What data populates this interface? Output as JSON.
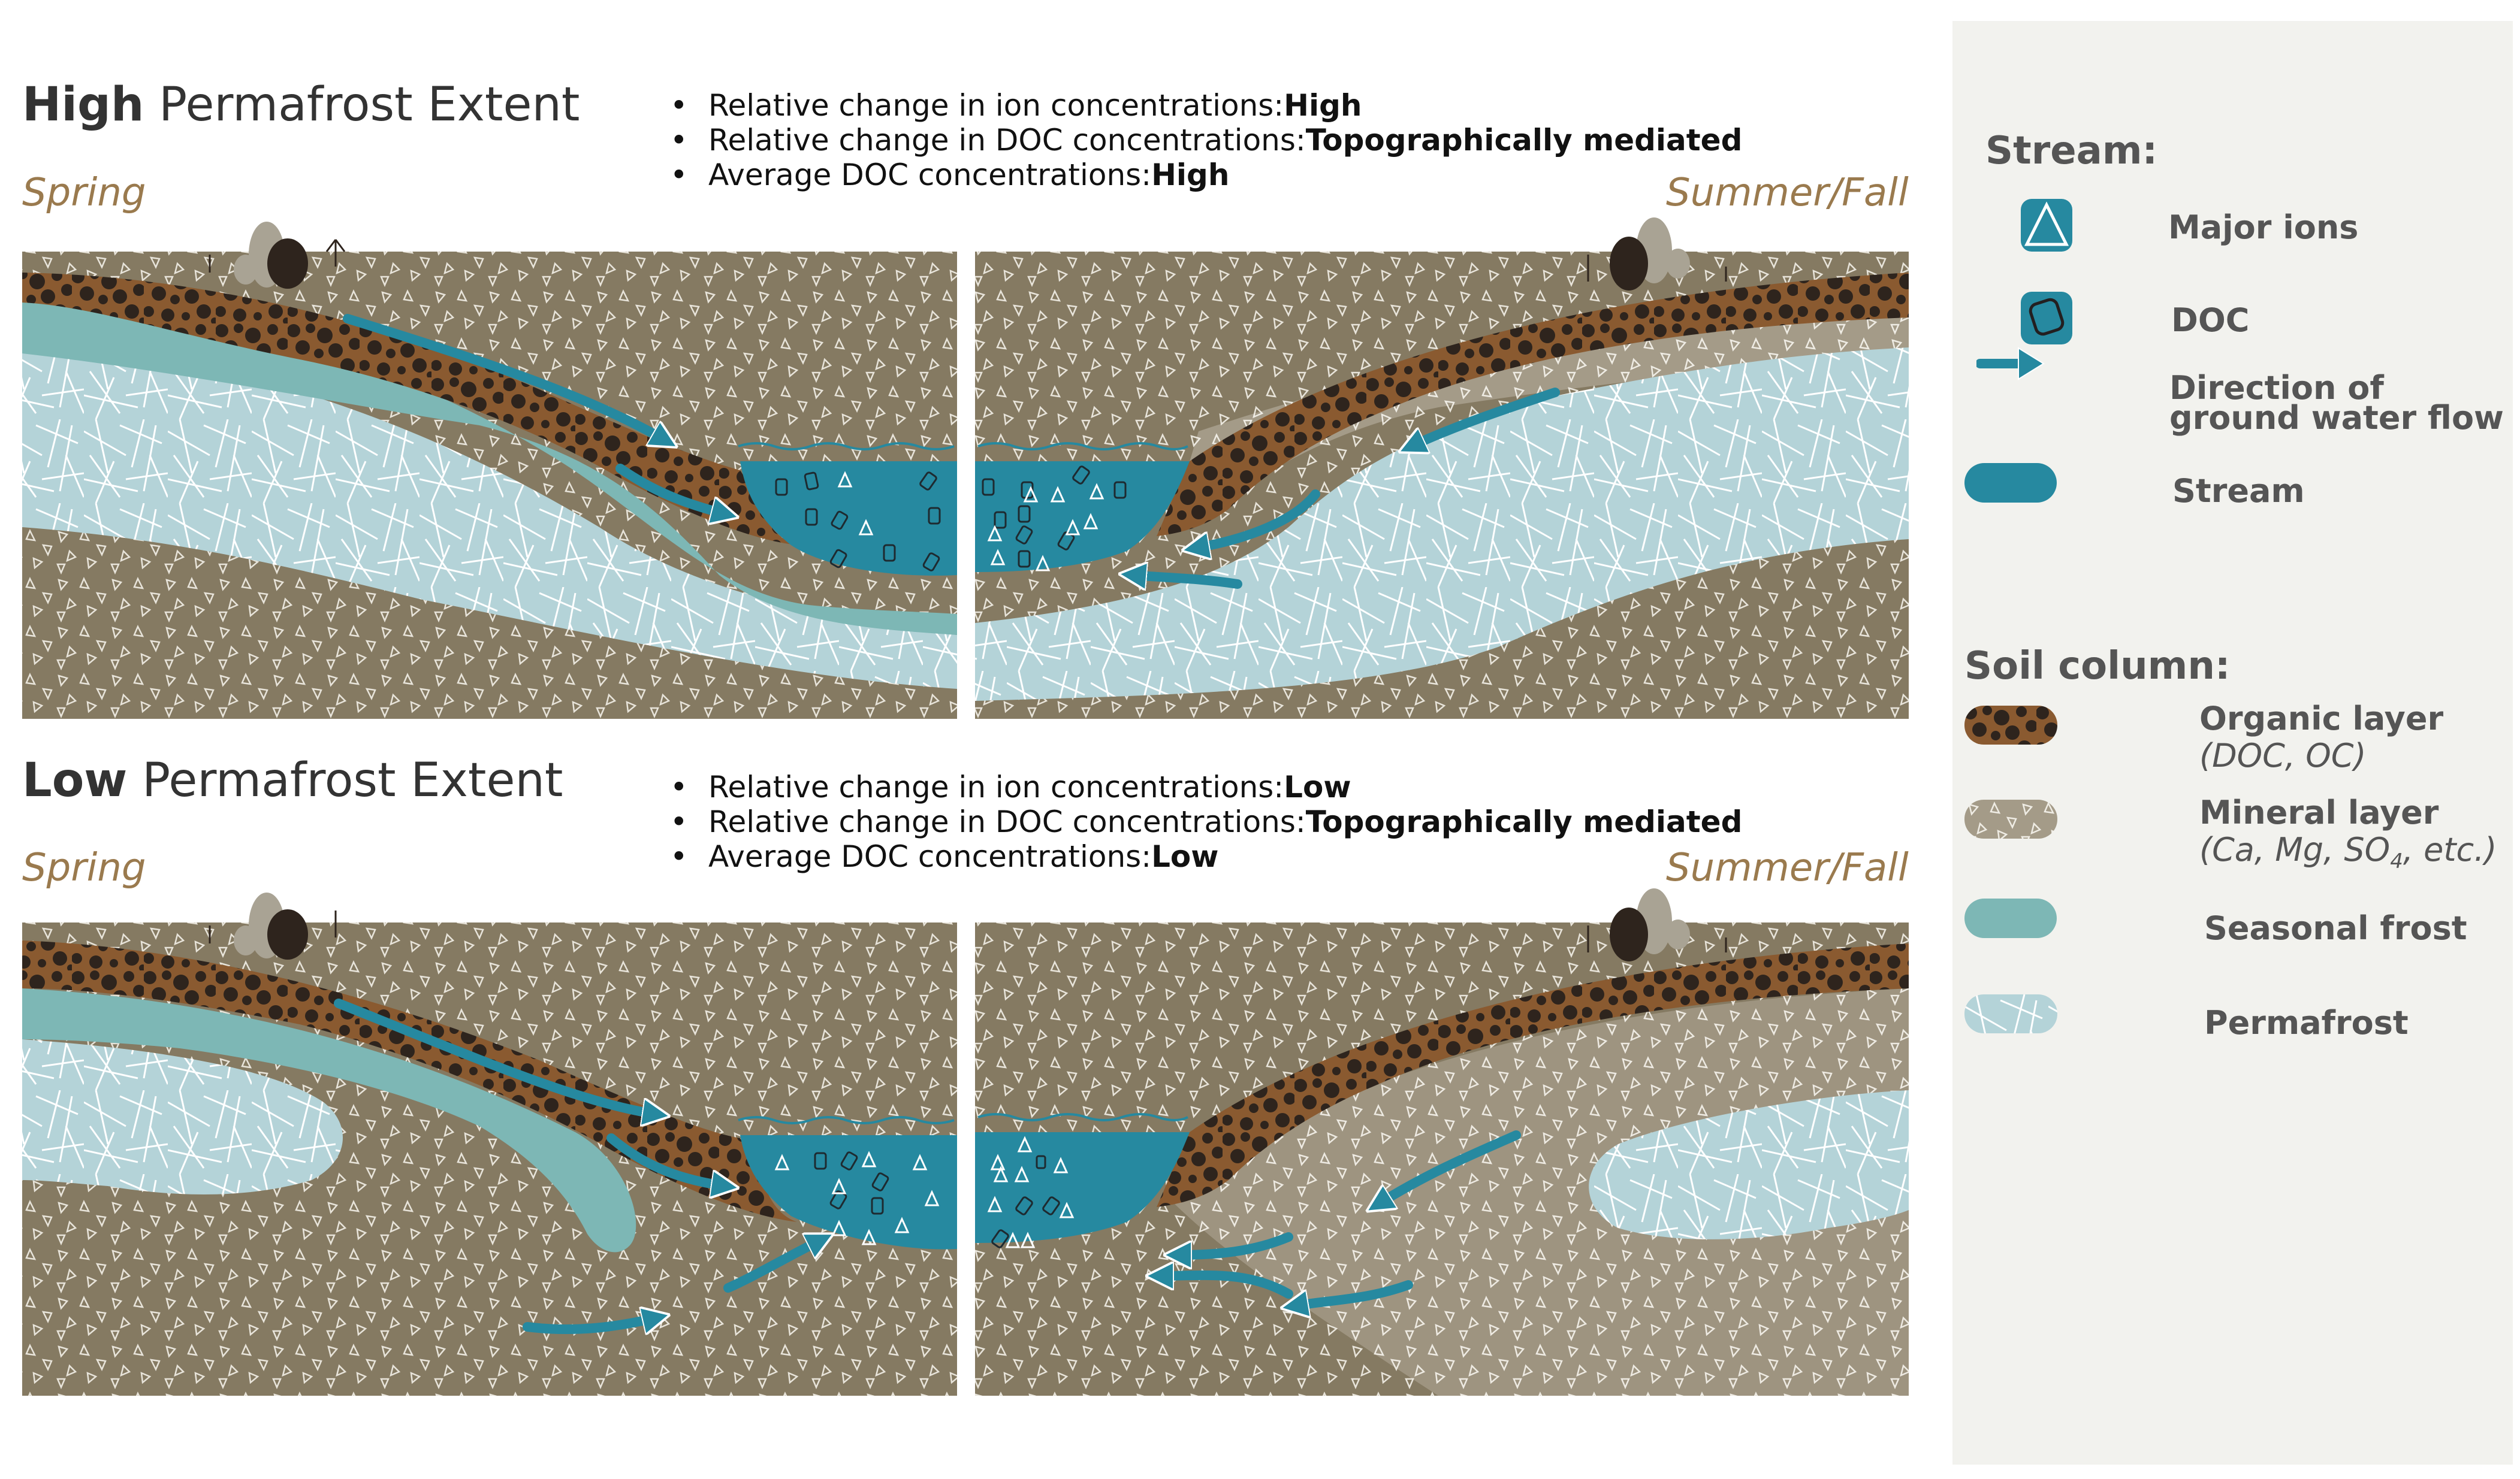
{
  "panels": {
    "high": {
      "title_bold": "High",
      "title_rest": " Permafrost Extent",
      "bullets": [
        {
          "label": "Relative change in ion concentrations: ",
          "value": "High"
        },
        {
          "label": "Relative change in DOC concentrations: ",
          "value": "Topographically mediated"
        },
        {
          "label": "Average DOC concentrations: ",
          "value": "High"
        }
      ],
      "season_left": "Spring",
      "season_right": "Summer/Fall"
    },
    "low": {
      "title_bold": "Low",
      "title_rest": " Permafrost Extent",
      "bullets": [
        {
          "label": "Relative change in ion concentrations: ",
          "value": "Low"
        },
        {
          "label": "Relative change in DOC concentrations: ",
          "value": "Topographically mediated"
        },
        {
          "label": "Average DOC concentrations: ",
          "value": "Low"
        }
      ],
      "season_left": "Spring",
      "season_right": "Summer/Fall"
    }
  },
  "bullet_glyph": "•",
  "legend": {
    "stream_heading": "Stream:",
    "stream_items": [
      {
        "icon": "triangle-icon",
        "label": "Major ions"
      },
      {
        "icon": "rounded-square-icon",
        "label": "DOC"
      },
      {
        "icon": "arrow-right-icon",
        "label_line1": "Direction of",
        "label_line2": "ground water flow"
      },
      {
        "icon": "stream-swatch",
        "label": "Stream"
      }
    ],
    "soil_heading": "Soil column:",
    "soil_items": [
      {
        "icon": "organic-swatch",
        "label": "Organic layer",
        "sub": "(DOC, OC)"
      },
      {
        "icon": "mineral-swatch",
        "label": "Mineral layer",
        "sub_pre": "(Ca, Mg, SO",
        "sub_subscript": "4",
        "sub_post": ", etc.)"
      },
      {
        "icon": "seasonal-frost-swatch",
        "label": "Seasonal frost"
      },
      {
        "icon": "permafrost-swatch",
        "label": "Permafrost"
      }
    ]
  },
  "colors": {
    "stream": "#2689a0",
    "seasonal_frost": "#7db7b5",
    "permafrost": "#b3d3d8",
    "mineral_dark": "#847a63",
    "mineral_light": "#aaa291",
    "organic_light": "#a26d3e",
    "organic_dark": "#2e241d",
    "season_text": "#9a7a4e",
    "legend_bg": "#f2f2ee"
  }
}
